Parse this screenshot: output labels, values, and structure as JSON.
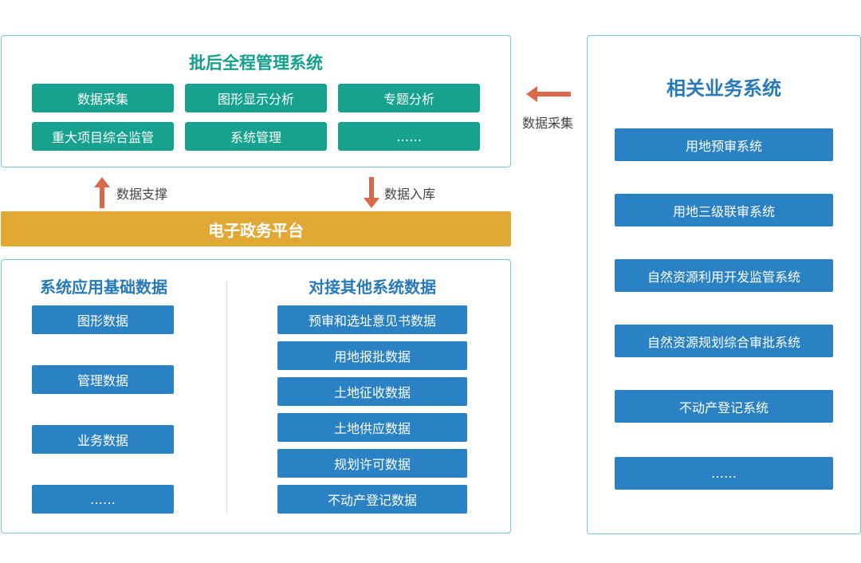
{
  "top_panel": {
    "title": "批后全程管理系统",
    "items": [
      "数据采集",
      "图形显示分析",
      "专题分析",
      "重大项目综合监管",
      "系统管理",
      "……"
    ]
  },
  "connectors": {
    "support_label": "数据支撑",
    "storage_label": "数据入库",
    "collect_label": "数据采集"
  },
  "platform": {
    "label": "电子政务平台"
  },
  "bottom_panel": {
    "left_title": "系统应用基础数据",
    "left_items": [
      "图形数据",
      "管理数据",
      "业务数据",
      "……"
    ],
    "right_title": "对接其他系统数据",
    "right_items": [
      "预审和选址意见书数据",
      "用地报批数据",
      "土地征收数据",
      "土地供应数据",
      "规划许可数据",
      "不动产登记数据"
    ]
  },
  "right_panel": {
    "title": "相关业务系统",
    "items": [
      "用地预审系统",
      "用地三级联审系统",
      "自然资源利用开发监管系统",
      "自然资源规划综合审批系统",
      "不动产登记系统",
      "……"
    ]
  },
  "colors": {
    "teal": "#16a28f",
    "blue": "#2a82c4",
    "gold": "#e2a834",
    "arrow": "#d9694a",
    "border": "#7fc3d4"
  }
}
